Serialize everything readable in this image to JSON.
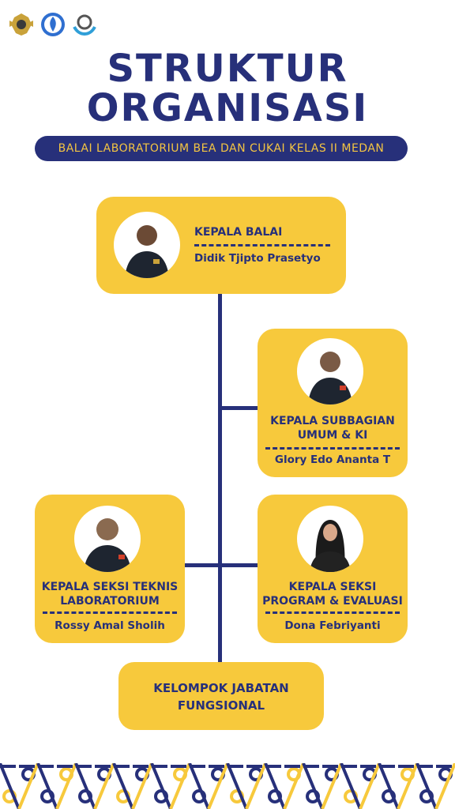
{
  "title_lines": [
    "STRUKTUR",
    "ORGANISASI"
  ],
  "subtitle": "BALAI LABORATORIUM BEA DAN CUKAI KELAS II MEDAN",
  "nodes": {
    "head": {
      "role": "KEPALA BALAI",
      "name": "Didik Tjipto Prasetyo"
    },
    "general": {
      "role_lines": [
        "KEPALA SUBBAGIAN",
        "UMUM & KI"
      ],
      "name": "Glory Edo Ananta T"
    },
    "technical": {
      "role_lines": [
        "KEPALA SEKSI TEKNIS",
        "LABORATORIUM"
      ],
      "name": "Rossy Amal Sholih"
    },
    "program": {
      "role_lines": [
        "KEPALA SEKSI",
        "PROGRAM & EVALUASI"
      ],
      "name": "Dona Febriyanti"
    },
    "functional": {
      "role_lines": [
        "KELOMPOK JABATAN",
        "FUNGSIONAL"
      ]
    }
  },
  "colors": {
    "navy": "#27307a",
    "yellow": "#f7c93c",
    "white": "#ffffff"
  }
}
